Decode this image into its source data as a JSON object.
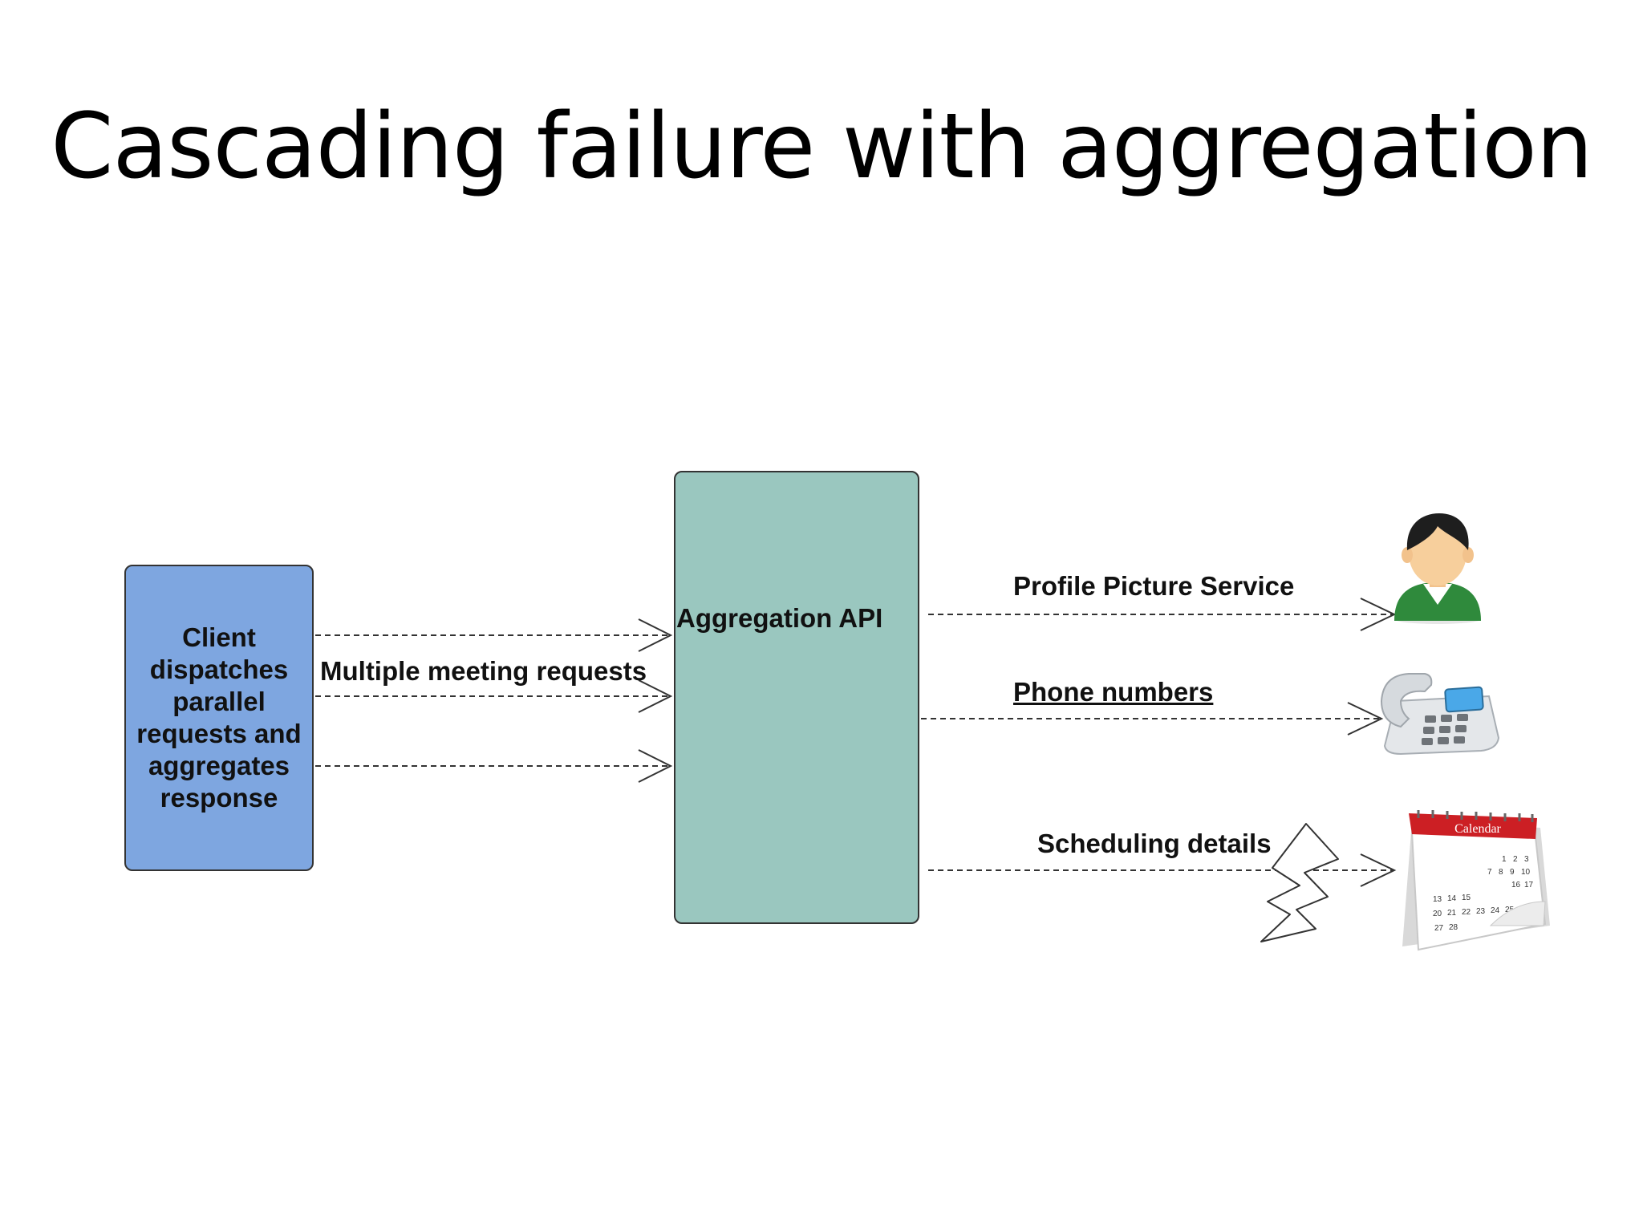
{
  "slide": {
    "title": "Cascading failure with aggregation"
  },
  "diagram": {
    "client_box": {
      "label": "Client dispatches parallel requests and aggregates response",
      "color": "#7ea6e0"
    },
    "aggregation_box": {
      "label": "Aggregation API",
      "color": "#9ac7bf"
    },
    "request_label": "Multiple meeting requests",
    "services": [
      {
        "label": "Profile Picture Service",
        "icon": "user-avatar-icon"
      },
      {
        "label": "Phone numbers",
        "icon": "desk-phone-icon"
      },
      {
        "label": "Scheduling details",
        "icon": "calendar-icon",
        "failed": true
      }
    ],
    "calendar": {
      "header": "Calendar",
      "dates": [
        "1",
        "2",
        "3",
        "7",
        "8",
        "9",
        "10",
        "16",
        "17",
        "13",
        "14",
        "15",
        "20",
        "21",
        "22",
        "23",
        "24",
        "25",
        "27",
        "28"
      ]
    },
    "failure_icon": "lightning-bolt-icon"
  }
}
